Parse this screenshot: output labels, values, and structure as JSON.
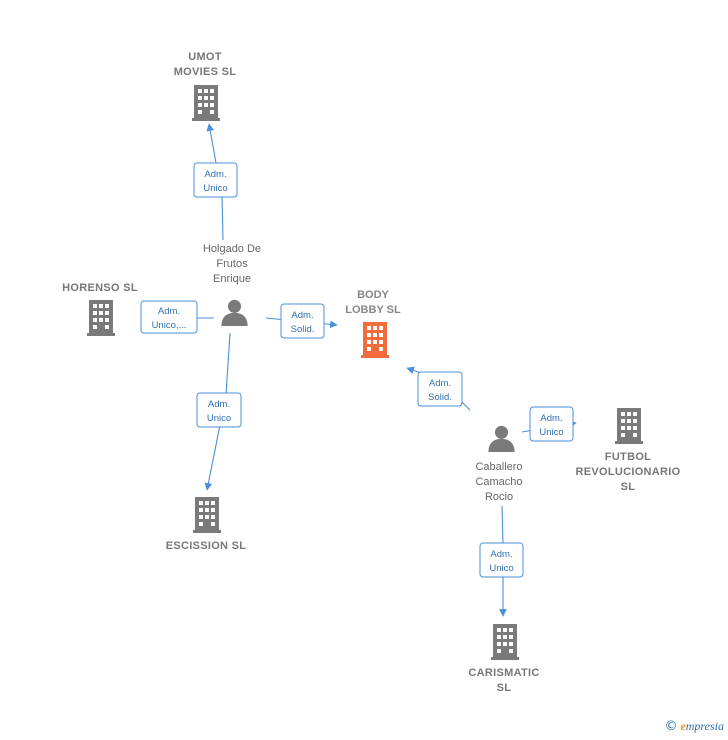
{
  "nodes": {
    "umot": {
      "type": "company",
      "lines": [
        "UMOT",
        "MOVIES  SL"
      ]
    },
    "horenso": {
      "type": "company",
      "lines": [
        "HORENSO  SL"
      ]
    },
    "body_lobby": {
      "type": "company-main",
      "lines": [
        "BODY",
        "LOBBY  SL"
      ]
    },
    "escission": {
      "type": "company",
      "lines": [
        "ESCISSION  SL"
      ]
    },
    "futbol": {
      "type": "company",
      "lines": [
        "FUTBOL",
        "REVOLUCIONARIO",
        "SL"
      ]
    },
    "carismatic": {
      "type": "company",
      "lines": [
        "CARISMATIC",
        "SL"
      ]
    },
    "holgado": {
      "type": "person",
      "lines": [
        "Holgado De",
        "Frutos",
        "Enrique"
      ]
    },
    "caballero": {
      "type": "person",
      "lines": [
        "Caballero",
        "Camacho",
        "Rocio"
      ]
    }
  },
  "edges": [
    {
      "id": "holgado-umot",
      "role": [
        "Adm.",
        "Unico"
      ]
    },
    {
      "id": "holgado-horenso",
      "role": [
        "Adm.",
        "Unico,..."
      ]
    },
    {
      "id": "holgado-body",
      "role": [
        "Adm.",
        "Solid."
      ]
    },
    {
      "id": "holgado-escission",
      "role": [
        "Adm.",
        "Unico"
      ]
    },
    {
      "id": "caballero-body",
      "role": [
        "Adm.",
        "Solid."
      ]
    },
    {
      "id": "caballero-futbol",
      "role": [
        "Adm.",
        "Unico"
      ]
    },
    {
      "id": "caballero-carismatic",
      "role": [
        "Adm.",
        "Unico"
      ]
    }
  ],
  "colors": {
    "company": "#7a7a7a",
    "main_company": "#f26b3a",
    "person": "#7a7a7a",
    "edge": "#4a90d9"
  },
  "brand": {
    "copyright": "©",
    "name_first": "e",
    "name_rest": "mpresia"
  }
}
